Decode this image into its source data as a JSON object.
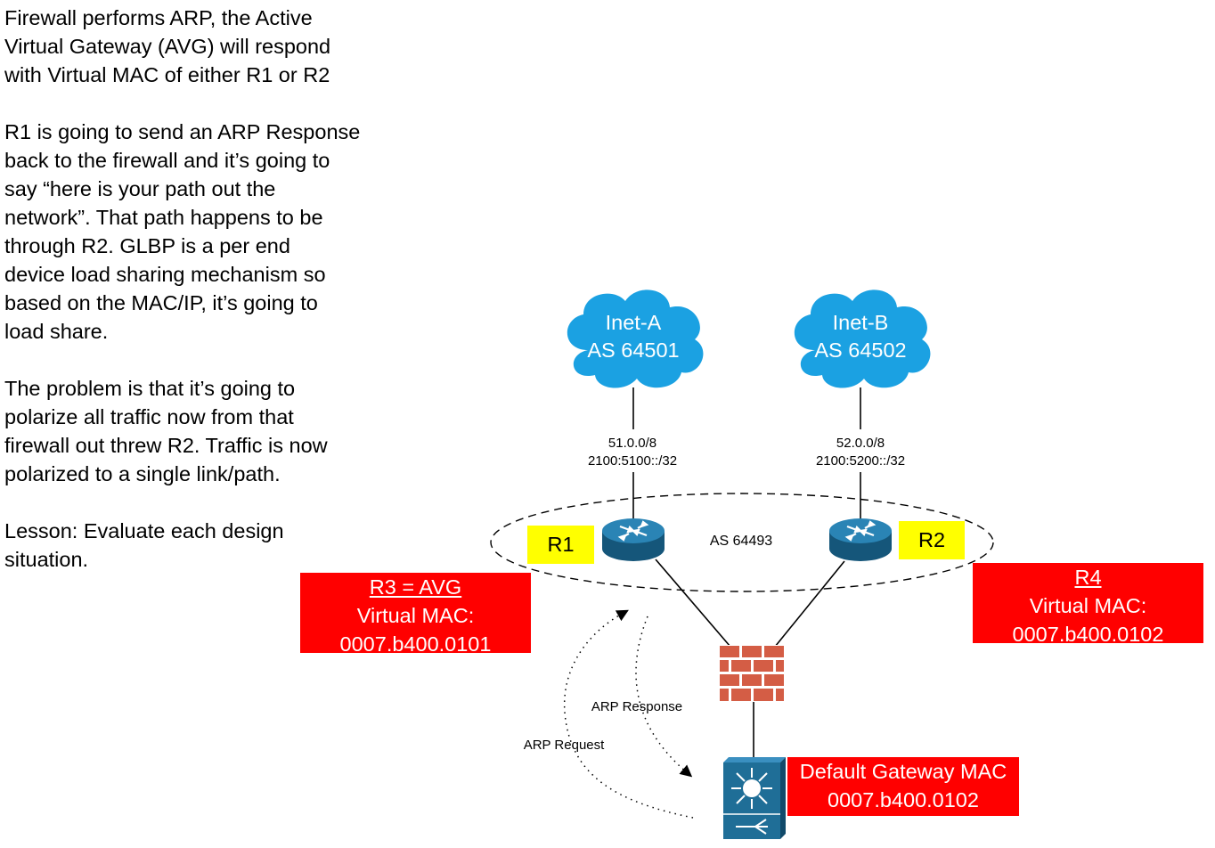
{
  "text": {
    "p1": "Firewall performs ARP, the Active\nVirtual Gateway (AVG) will respond\nwith Virtual MAC of either R1 or R2",
    "p2": "R1 is going to send an ARP Response\nback to the firewall and it’s going to\nsay “here is your path out the\nnetwork”. That path happens to be\nthrough R2.  GLBP is a per end\ndevice load sharing mechanism so\nbased on the MAC/IP, it’s going to\nload share.",
    "p3": "The problem is that it’s going to\npolarize all traffic now from that\nfirewall out threw R2.  Traffic is now\npolarized to a single link/path.",
    "p4": "Lesson:  Evaluate each design\nsituation."
  },
  "clouds": {
    "a": {
      "line1": "Inet-A",
      "line2": "AS 64501"
    },
    "b": {
      "line1": "Inet-B",
      "line2": "AS 64502"
    }
  },
  "prefixes": {
    "a": {
      "v4": "51.0.0/8",
      "v6": "2100:5100::/32"
    },
    "b": {
      "v4": "52.0.0/8",
      "v6": "2100:5200::/32"
    }
  },
  "as_internal": "AS 64493",
  "routers": {
    "r1": "R1",
    "r2": "R2"
  },
  "r3": {
    "title": "R3 = AVG",
    "line2": "Virtual MAC:",
    "line3": "0007.b400.0101"
  },
  "r4": {
    "title": "R4",
    "line2": "Virtual MAC:",
    "line3": "0007.b400.0102"
  },
  "gateway": {
    "line1": "Default Gateway MAC",
    "line2": "0007.b400.0102"
  },
  "arp": {
    "response": "ARP Response",
    "request": "ARP Request"
  },
  "colors": {
    "cloud": "#1ba1e2",
    "router": "#1f6e97",
    "firewall": "#d45d45",
    "switch": "#1f6e97",
    "red_box": "#ff0000",
    "yellow_label": "#ffff00"
  }
}
